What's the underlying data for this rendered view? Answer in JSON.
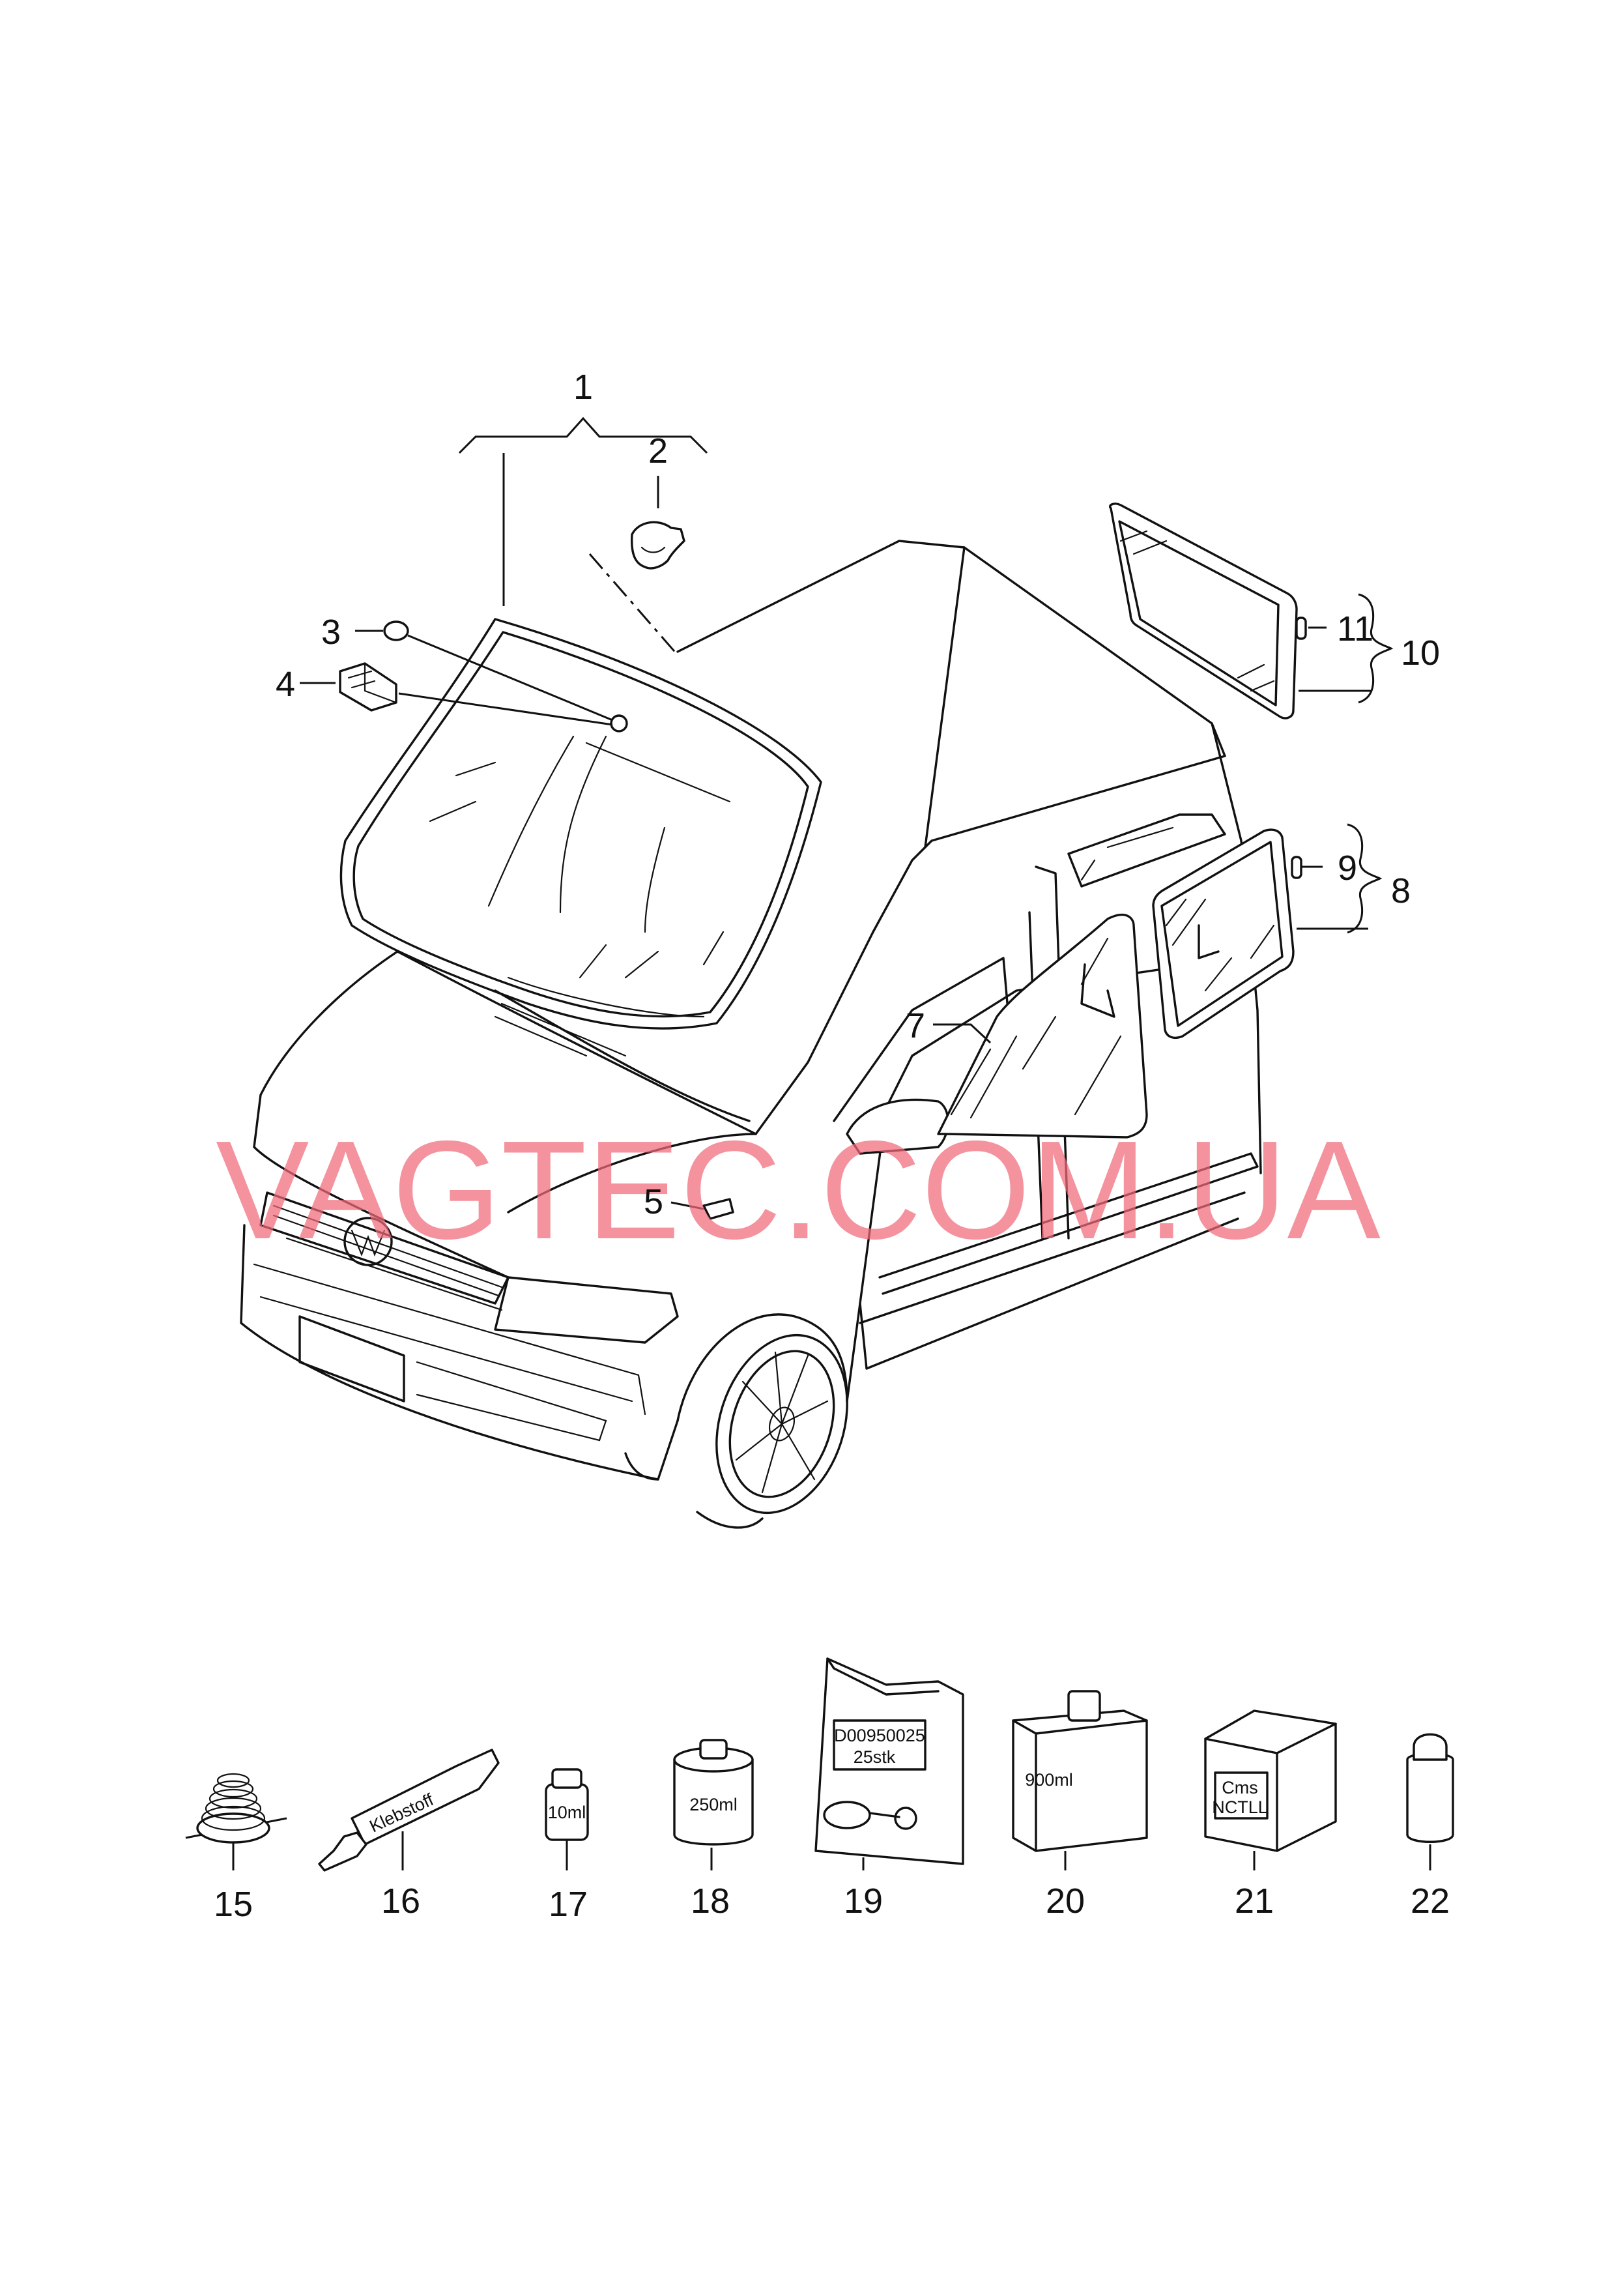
{
  "watermark": "VAGTEC.COM.UA",
  "callouts": {
    "c1": "1",
    "c2": "2",
    "c3": "3",
    "c4": "4",
    "c5": "5",
    "c7": "7",
    "c8": "8",
    "c9": "9",
    "c10": "10",
    "c11": "11",
    "c15": "15",
    "c16": "16",
    "c17": "17",
    "c18": "18",
    "c19": "19",
    "c20": "20",
    "c21": "21",
    "c22": "22"
  },
  "package_labels": {
    "tube": "Klebstoff",
    "bottle_small": "10ml",
    "can": "250ml",
    "bag_code": "D00950025",
    "bag_qty": "25stk",
    "canister": "900ml",
    "box_line1": "Cms",
    "box_line2": "NCTLL"
  },
  "icons": [
    "van-drawing",
    "windshield",
    "side-window",
    "rear-side-window",
    "mirror-mount",
    "rain-sensor",
    "sealing-cord",
    "adhesive-tube",
    "primer-bottle",
    "primer-can",
    "parts-bag",
    "cleaner-canister",
    "kit-box",
    "small-bottle"
  ]
}
